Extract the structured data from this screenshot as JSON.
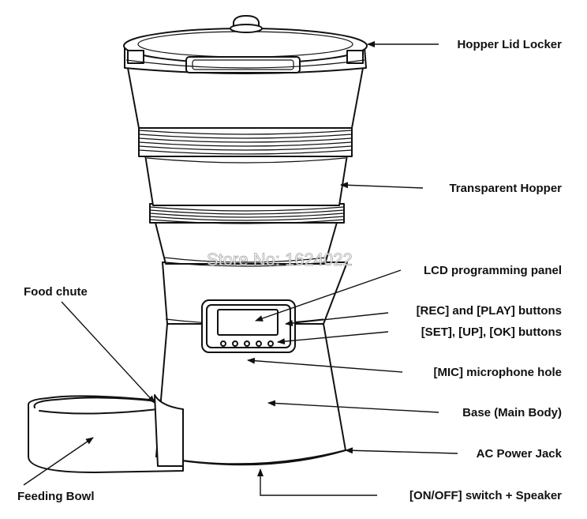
{
  "watermark": "Store No: 1624022",
  "callouts": {
    "hopper_lid_locker": "Hopper Lid Locker",
    "transparent_hopper": "Transparent Hopper",
    "lcd_panel": "LCD programming panel",
    "rec_play": "[REC] and [PLAY] buttons",
    "set_up_ok": "[SET], [UP], [OK] buttons",
    "mic_hole": "[MIC] microphone hole",
    "base": "Base (Main Body)",
    "ac_jack": "AC Power Jack",
    "on_off": "[ON/OFF] switch + Speaker",
    "food_chute": "Food chute",
    "feeding_bowl": "Feeding Bowl"
  }
}
